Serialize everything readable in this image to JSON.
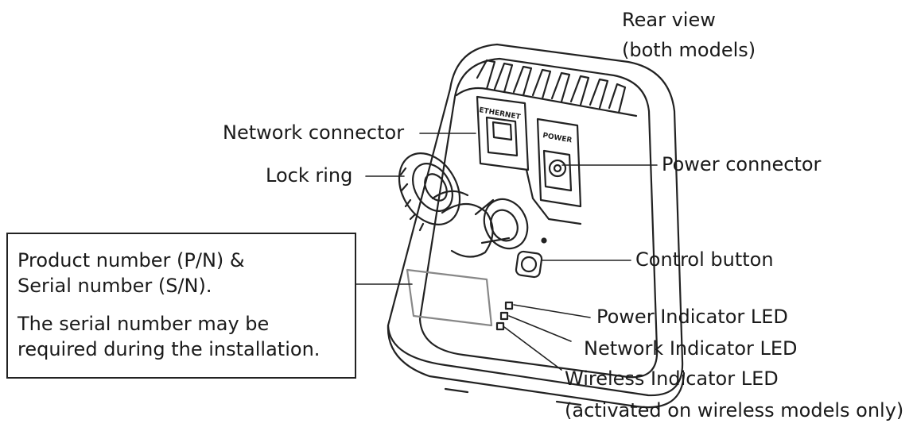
{
  "labels": {
    "rear_view_line1": "Rear view",
    "rear_view_line2": "(both models)",
    "network_connector": "Network connector",
    "lock_ring": "Lock ring",
    "power_connector": "Power connector",
    "control_button": "Control button",
    "power_led": "Power Indicator LED",
    "network_led": "Network Indicator LED",
    "wireless_led": "Wireless Indicator LED",
    "wireless_note": "(activated on wireless models only)"
  },
  "device_markings": {
    "ethernet": "ETHERNET",
    "power": "POWER"
  },
  "info_box": {
    "line1": "Product number (P/N) &",
    "line2": "Serial number (S/N).",
    "line3": "The serial number may be",
    "line4": "required during the installation."
  }
}
